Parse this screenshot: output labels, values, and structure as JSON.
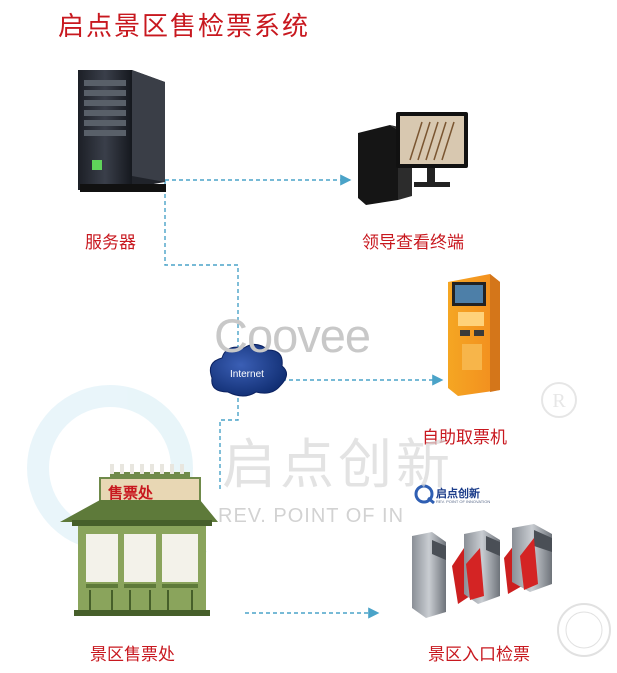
{
  "title": "启点景区售检票系统",
  "nodes": {
    "server": "服务器",
    "leader_terminal": "领导查看终端",
    "self_service": "自助取票机",
    "ticket_office": "景区售票处",
    "gate": "景区入口检票"
  },
  "cloud_label": "Internet",
  "booth_sign": "售票处",
  "watermark": {
    "brand": "Coovee",
    "company": "启点创新",
    "sub": "REV. POINT OF IN"
  },
  "logo": {
    "name": "启点创新",
    "sub": "REV. POINT OF INNOVATION"
  },
  "colors": {
    "title": "#c8181f",
    "connector": "#4aa3c8"
  }
}
